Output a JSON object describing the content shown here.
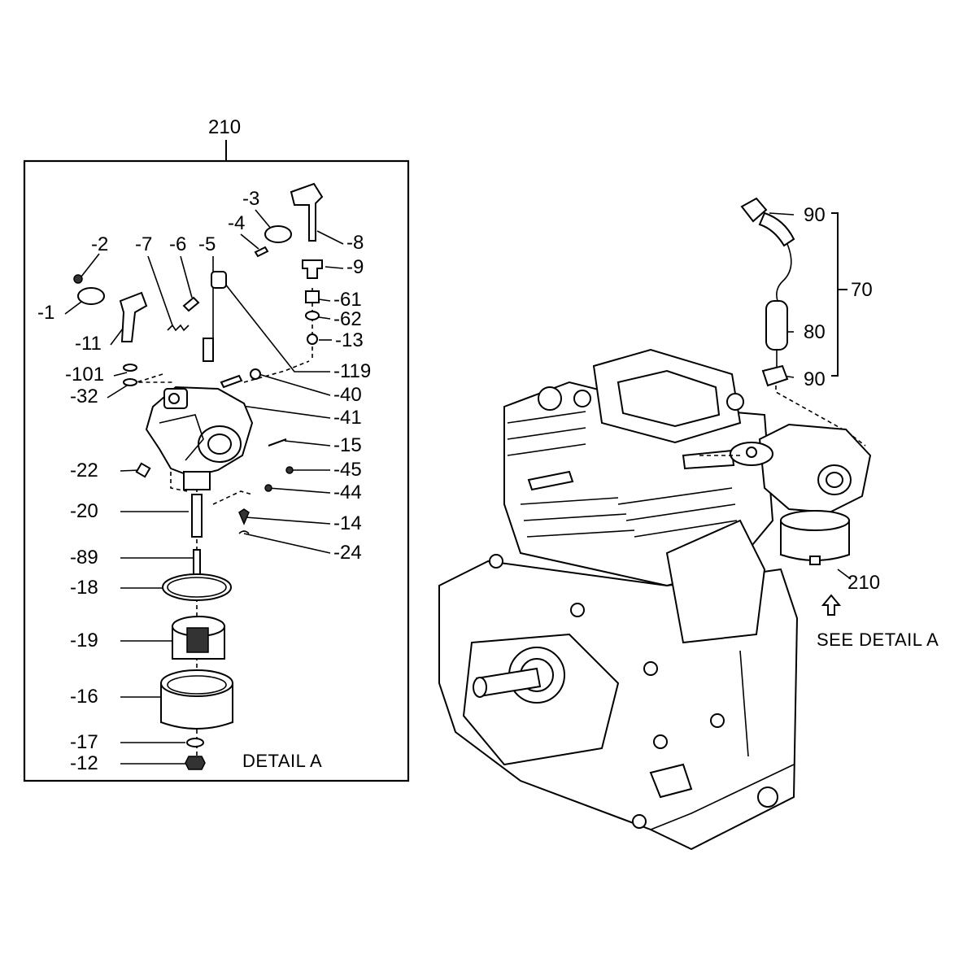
{
  "box_ref": "210",
  "detail_caption": "DETAIL A",
  "see_detail": "SEE DETAIL A",
  "callouts": {
    "c1": "-1",
    "c2": "-2",
    "c3": "-3",
    "c4": "-4",
    "c5": "-5",
    "c6": "-6",
    "c7": "-7",
    "c8": "-8",
    "c9": "-9",
    "c11": "-11",
    "c12": "-12",
    "c13": "-13",
    "c14": "-14",
    "c15": "-15",
    "c16": "-16",
    "c17": "-17",
    "c18": "-18",
    "c19": "-19",
    "c20": "-20",
    "c22": "-22",
    "c24": "-24",
    "c32": "-32",
    "c40": "-40",
    "c41": "-41",
    "c44": "-44",
    "c45": "-45",
    "c61": "-61",
    "c62": "-62",
    "c89": "-89",
    "c101": "-101",
    "c119": "-119"
  },
  "engine_callouts": {
    "c90a": "90",
    "c90b": "90",
    "c80": "80",
    "c70": "70",
    "c210": "210"
  }
}
